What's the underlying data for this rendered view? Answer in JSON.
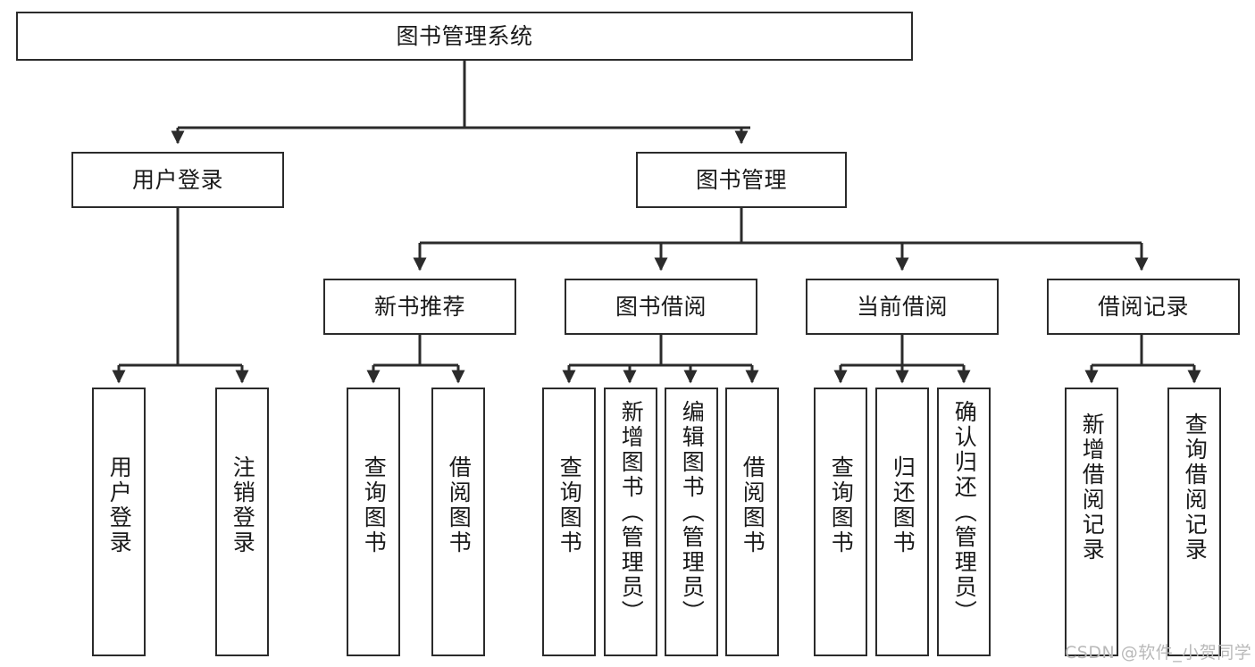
{
  "diagram": {
    "title": "图书管理系统",
    "watermark": "CSDN @软件_小贺同学",
    "stroke_color": "#2b2b2b",
    "background_color": "#ffffff",
    "root": {
      "id": "root",
      "label": "图书管理系统"
    },
    "level2": [
      {
        "id": "user-login",
        "label": "用户登录"
      },
      {
        "id": "book-management",
        "label": "图书管理"
      }
    ],
    "level3": [
      {
        "id": "new-book-recommend",
        "label": "新书推荐",
        "parent": "book-management"
      },
      {
        "id": "book-borrow",
        "label": "图书借阅",
        "parent": "book-management"
      },
      {
        "id": "current-borrow",
        "label": "当前借阅",
        "parent": "book-management"
      },
      {
        "id": "borrow-record",
        "label": "借阅记录",
        "parent": "book-management"
      }
    ],
    "leaves": [
      {
        "id": "leaf-user-login",
        "label": "用户登录",
        "parent": "user-login"
      },
      {
        "id": "leaf-logout-login",
        "label": "注销登录",
        "parent": "user-login"
      },
      {
        "id": "leaf-query-book-1",
        "label": "查询图书",
        "parent": "new-book-recommend"
      },
      {
        "id": "leaf-borrow-book-1",
        "label": "借阅图书",
        "parent": "new-book-recommend"
      },
      {
        "id": "leaf-query-book-2",
        "label": "查询图书",
        "parent": "book-borrow"
      },
      {
        "id": "leaf-add-book",
        "label": "新增图书（管理员）",
        "parent": "book-borrow"
      },
      {
        "id": "leaf-edit-book",
        "label": "编辑图书（管理员）",
        "parent": "book-borrow"
      },
      {
        "id": "leaf-borrow-book-2",
        "label": "借阅图书",
        "parent": "book-borrow"
      },
      {
        "id": "leaf-query-book-3",
        "label": "查询图书",
        "parent": "current-borrow"
      },
      {
        "id": "leaf-return-book",
        "label": "归还图书",
        "parent": "current-borrow"
      },
      {
        "id": "leaf-confirm-return",
        "label": "确认归还（管理员）",
        "parent": "current-borrow"
      },
      {
        "id": "leaf-add-record",
        "label": "新增借阅记录",
        "parent": "borrow-record"
      },
      {
        "id": "leaf-query-record",
        "label": "查询借阅记录",
        "parent": "borrow-record"
      }
    ]
  }
}
